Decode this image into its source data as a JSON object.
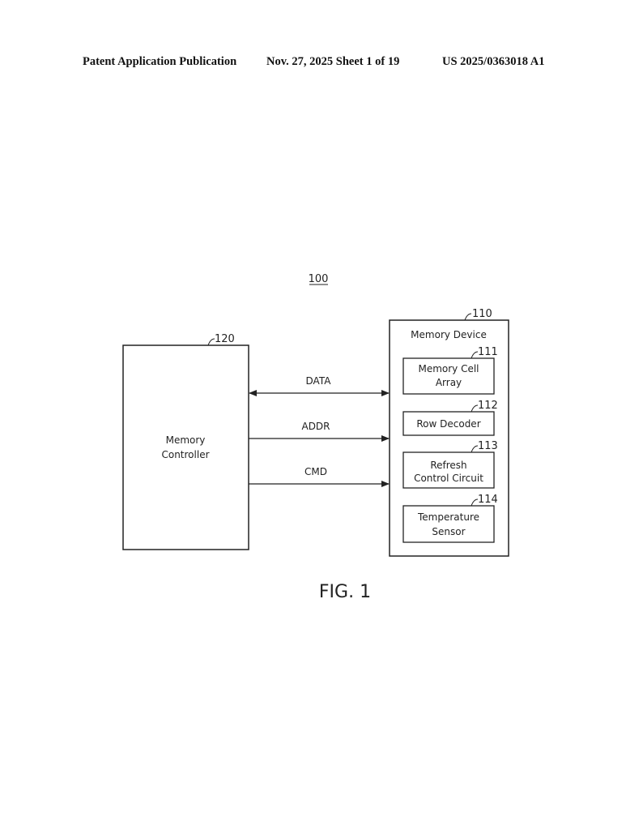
{
  "header": {
    "publication": "Patent Application Publication",
    "date_sheet": "Nov. 27, 2025  Sheet 1 of 19",
    "number": "US 2025/0363018 A1"
  },
  "figure": {
    "system_ref": "100",
    "caption": "FIG. 1",
    "controller": {
      "ref": "120",
      "line1": "Memory",
      "line2": "Controller"
    },
    "device": {
      "ref": "110",
      "label": "Memory Device",
      "blocks": [
        {
          "ref": "111",
          "line1": "Memory Cell",
          "line2": "Array"
        },
        {
          "ref": "112",
          "line1": "Row Decoder",
          "line2": ""
        },
        {
          "ref": "113",
          "line1": "Refresh",
          "line2": "Control Circuit"
        },
        {
          "ref": "114",
          "line1": "Temperature",
          "line2": "Sensor"
        }
      ]
    },
    "signals": [
      {
        "label": "DATA",
        "direction": "bidirectional"
      },
      {
        "label": "ADDR",
        "direction": "to-device"
      },
      {
        "label": "CMD",
        "direction": "to-device"
      }
    ]
  }
}
